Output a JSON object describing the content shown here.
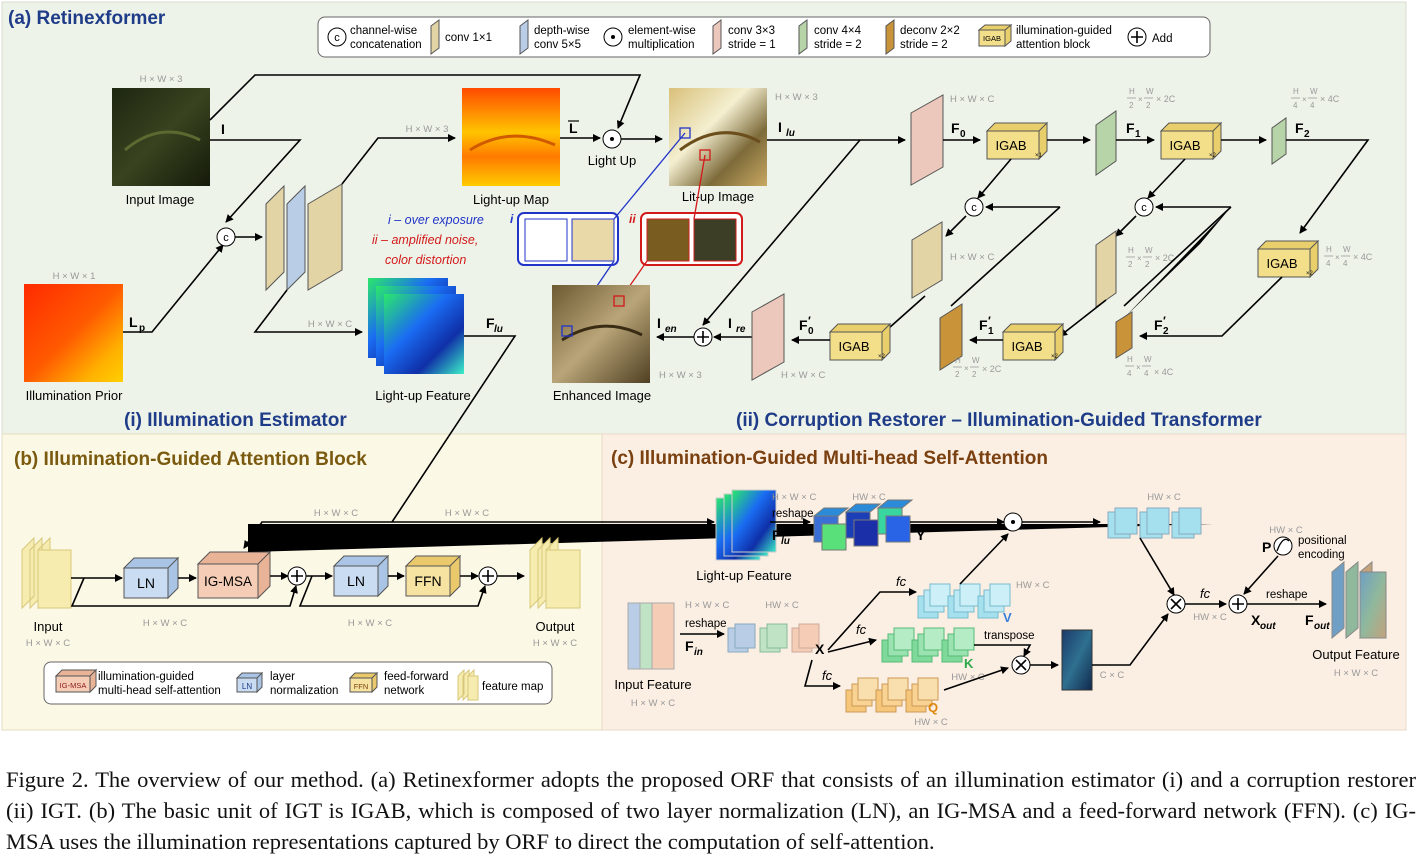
{
  "panels": {
    "a_title": "(a) Retinexformer",
    "i_title": "(i) Illumination Estimator",
    "ii_title": "(ii) Corruption Restorer – Illumination-Guided Transformer",
    "b_title": "(b) Illumination-Guided Attention Block",
    "c_title": "(c) Illumination-Guided Multi-head Self-Attention"
  },
  "legend_a": {
    "concat_symbol": "c",
    "concat_l1": "channel-wise",
    "concat_l2": "concatenation",
    "conv1": "conv 1×1",
    "dw_l1": "depth-wise",
    "dw_l2": "conv 5×5",
    "mult_l1": "element-wise",
    "mult_l2": "multiplication",
    "c33_l1": "conv 3×3",
    "c33_l2": "stride = 1",
    "c44_l1": "conv 4×4",
    "c44_l2": "stride = 2",
    "dc_l1": "deconv 2×2",
    "dc_l2": "stride = 2",
    "igab_tag": "IGAB",
    "igab_l1": "illumination-guided",
    "igab_l2": "attention block",
    "add": "Add"
  },
  "estimator": {
    "input_image": "Input Image",
    "input_dim": "H × W × 3",
    "illum_prior": "Illumination Prior",
    "prior_dim": "H × W × 1",
    "light_up_map": "Light-up Map",
    "map_dim": "H × W × 3",
    "light_up_feature": "Light-up Feature",
    "feature_dim": "H × W × C",
    "lit_up_image": "Lit-up Image",
    "lit_dim": "H × W × 3",
    "light_up": "Light Up",
    "enhanced_image": "Enhanced Image",
    "enhanced_dim": "H × W × 3",
    "sym_I": "I",
    "sym_L": "L",
    "sym_Lp": "L",
    "sym_Lp_sub": "p",
    "sym_Flu": "F",
    "sym_Flu_sub": "lu",
    "sym_Ilu": "I",
    "sym_Ilu_sub": "lu",
    "sym_Ien": "I",
    "sym_Ien_sub": "en",
    "sym_Ire": "I",
    "sym_Ire_sub": "re",
    "i_tag": "i",
    "ii_tag": "ii",
    "over_exposure": "i – over exposure",
    "noise_l1": "ii – amplified noise,",
    "noise_l2": "color distortion"
  },
  "restorer": {
    "F0": "F",
    "F0_sub": "0",
    "F1": "F",
    "F1_sub": "1",
    "F2": "F",
    "F2_sub": "2",
    "F0p": "F",
    "F0p_sub": "0",
    "F1p": "F",
    "F1p_sub": "1",
    "F2p": "F",
    "F2p_sub": "2",
    "prime": "′",
    "igab": "IGAB",
    "x1": "×1",
    "x2": "×2",
    "hwc": "H × W × C",
    "ratio_h2": "H",
    "ratio_w2": "W",
    "den2": "2",
    "ratio_h4": "H",
    "ratio_w4": "W",
    "den4": "4",
    "times": "×",
    "c2": "× 2C",
    "c4": "× 4C"
  },
  "block_b": {
    "input": "Input",
    "output": "Output",
    "ln": "LN",
    "igmsa": "IG-MSA",
    "ffn": "FFN",
    "hwc": "H × W × C",
    "legend_igmsa_tag": "IG-MSA",
    "legend_igmsa_l1": "illumination-guided",
    "legend_igmsa_l2": "multi-head self-attention",
    "legend_ln_tag": "LN",
    "legend_ln_l1": "layer",
    "legend_ln_l2": "normalization",
    "legend_ffn_tag": "FFN",
    "legend_ffn_l1": "feed-forward",
    "legend_ffn_l2": "network",
    "legend_map": "feature map"
  },
  "block_c": {
    "light_up_feature": "Light-up Feature",
    "input_feature": "Input Feature",
    "output_feature": "Output Feature",
    "reshape": "reshape",
    "transpose": "transpose",
    "fc": "fc",
    "hwc": "H × W × C",
    "hw_c": "HW × C",
    "c_c": "C × C",
    "Y": "Y",
    "X": "X",
    "V": "V",
    "K": "K",
    "Q": "Q",
    "P": "P",
    "Flu": "F",
    "Flu_sub": "lu",
    "Fin": "F",
    "Fin_sub": "in",
    "Xout": "X",
    "Xout_sub": "out",
    "Fout": "F",
    "Fout_sub": "out",
    "pos_l1": "positional",
    "pos_l2": "encoding"
  },
  "caption": "Figure 2. The overview of our method. (a) Retinexformer adopts the proposed ORF that consists of an illumination estimator (i) and a corruption restorer (ii) IGT. (b) The basic unit of IGT is IGAB, which is composed of two layer normalization (LN), an IG-MSA and a feed-forward network (FFN). (c) IG-MSA uses the illumination representations captured by ORF to direct the computation of self-attention.",
  "colors": {
    "panel_a_bg": "#eef3ea",
    "panel_b_bg": "#fcf8e6",
    "panel_c_bg": "#fbefe4",
    "title_blue": "#1f3c88",
    "title_brown": "#7a5a0f",
    "igab": "#f3de8a",
    "ln": "#c9dcf2",
    "igmsa": "#f5cdb6",
    "ffn": "#f6e3a2",
    "conv33": "#ecc8bc",
    "conv44": "#b7d3a8",
    "deconv": "#c9933a",
    "conv1": "#e3d4a6",
    "dw": "#b9cde6",
    "q": "#f6c77a",
    "k": "#7ed99a",
    "v": "#a5e0ef",
    "blue_note": "#2035c8",
    "red_note": "#d21a1a"
  }
}
